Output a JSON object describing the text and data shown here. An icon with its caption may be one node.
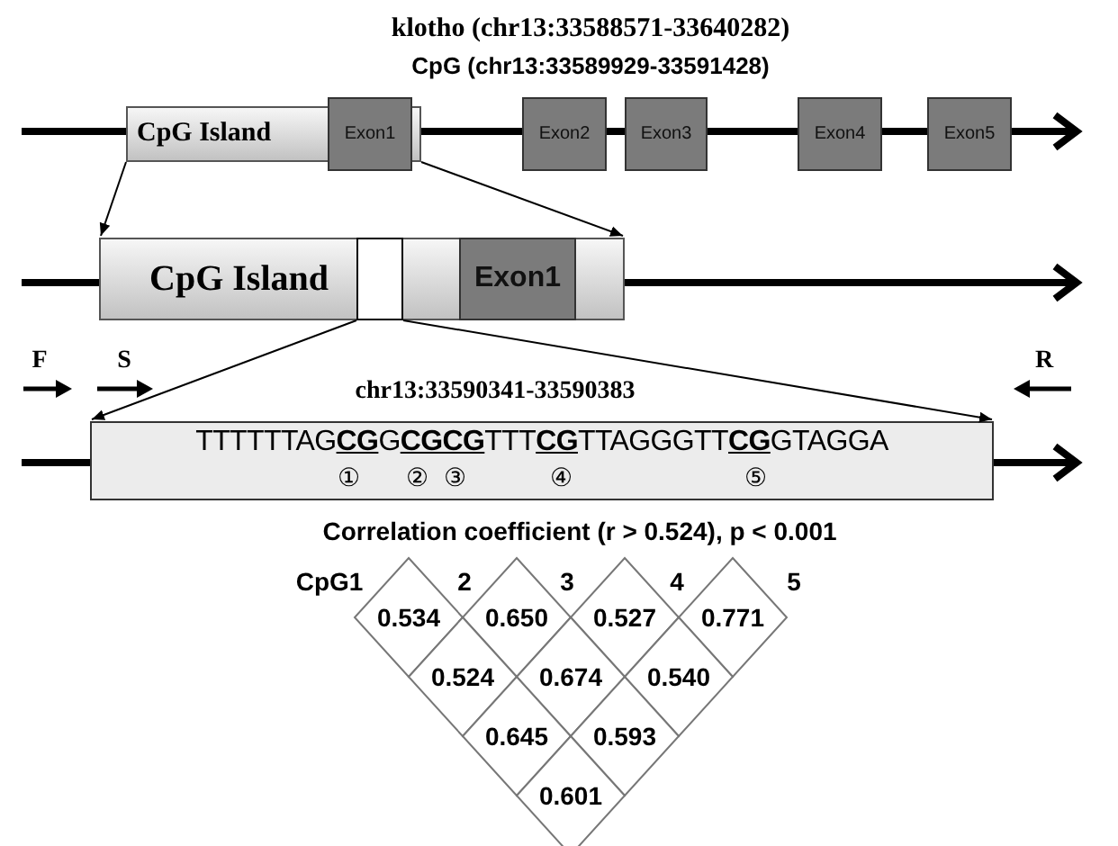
{
  "diagram": {
    "title": "klotho (chr13:33588571-33640282)",
    "nodes": [
      {
        "text": [
          "CpG Island"
        ]
      },
      {
        "text": [
          "Exon1"
        ],
        "in": 0
      },
      {
        "text": [
          "Exon2"
        ]
      },
      {
        "text": [
          "Exon3"
        ]
      },
      {
        "text": [
          "Exon4"
        ]
      },
      {
        "text": [
          "Exon5"
        ]
      },
      {
        "text": [
          "CpG Island"
        ]
      },
      {
        "text": [],
        "shape": "box",
        "in": 6
      },
      {
        "text": [
          "Exon1"
        ],
        "in": 6
      },
      {
        "text": [
          "TTTTTTAG**CG**G**CGCG**TTT**CG**TTAGGGTT**CG**GTAGGA"
        ]
      },
      {
        "text": [
          "0.534"
        ]
      },
      {
        "text": [
          "0.650"
        ]
      },
      {
        "text": [
          "0.527"
        ]
      },
      {
        "text": [
          "0.771"
        ]
      },
      {
        "text": [
          "0.524"
        ]
      },
      {
        "text": [
          "0.674"
        ]
      },
      {
        "text": [
          "0.540"
        ]
      },
      {
        "text": [
          "0.645"
        ]
      },
      {
        "text": [
          "0.593"
        ]
      },
      {
        "text": [
          "0.601"
        ]
      }
    ],
    "edges": [
      {
        "from": 0,
        "to": 6,
        "arrow": "to"
      },
      {
        "from": 0,
        "to": 6,
        "arrow": "to"
      },
      {
        "from": 7,
        "to": 9,
        "arrow": "to"
      },
      {
        "from": 7,
        "to": 9,
        "arrow": "to"
      }
    ],
    "labels": [
      "CpG (chr13:33589929-33591428)",
      "F",
      "S",
      "R",
      "chr13:33590341-33590383",
      "①",
      "②",
      "③",
      "④",
      "⑤",
      "Correlation coefficient (r > 0.524), p < 0.001",
      "CpG1",
      "2",
      "3",
      "4",
      "5"
    ]
  }
}
